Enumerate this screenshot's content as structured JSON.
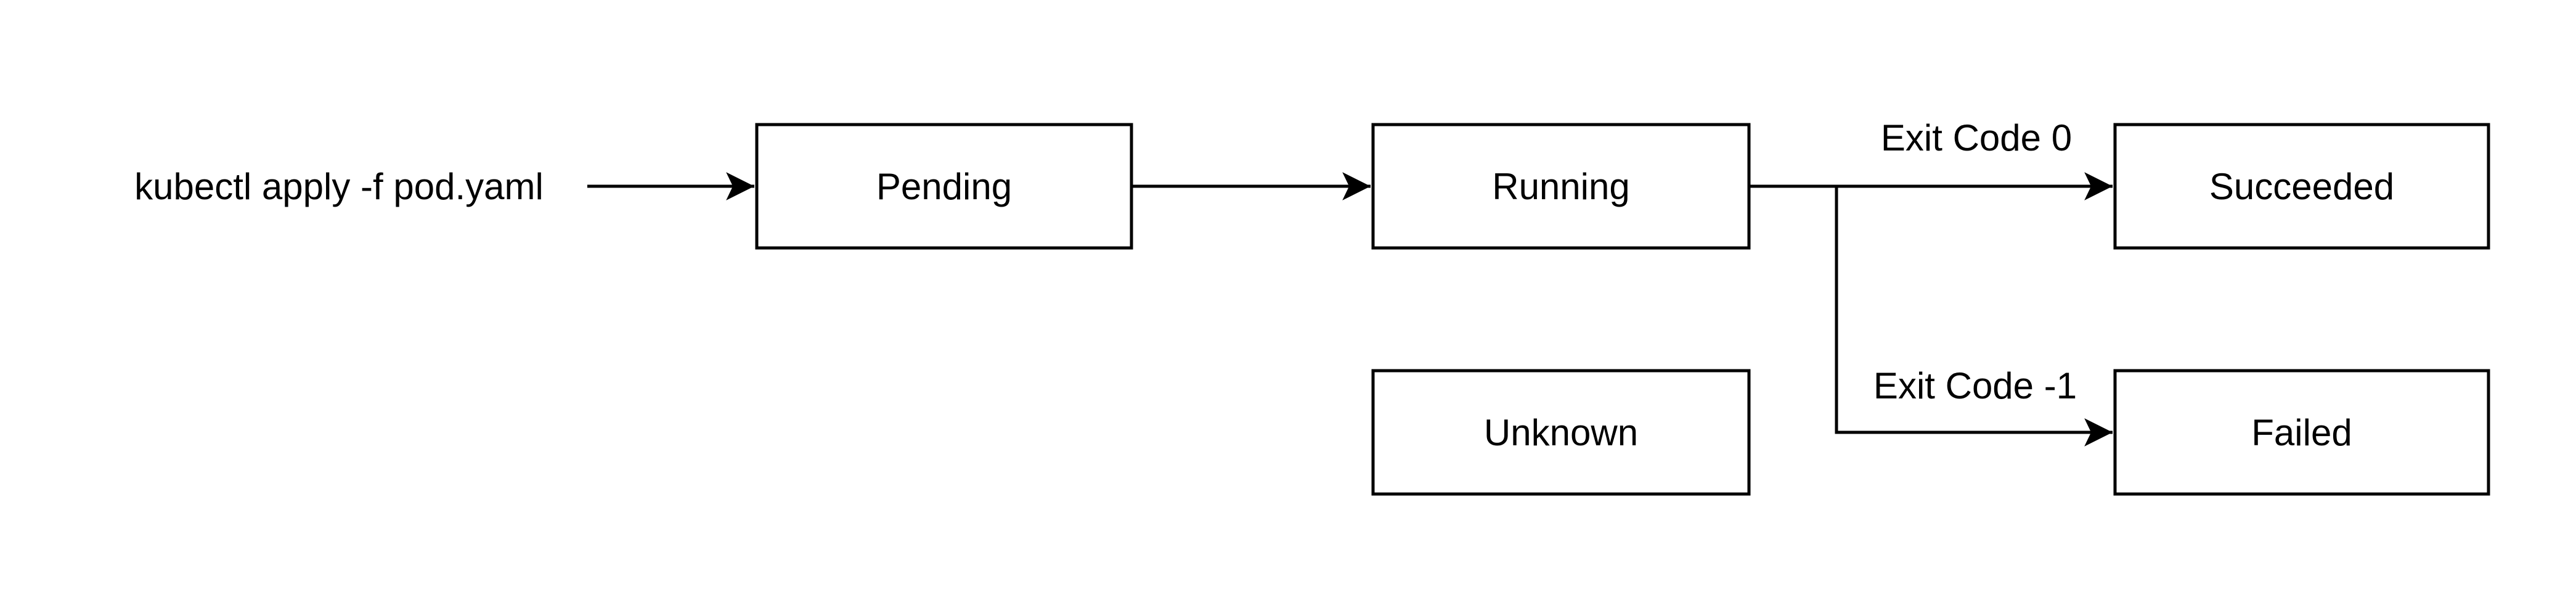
{
  "diagram": {
    "background_color": "#ffffff",
    "line_color": "#000000",
    "text_color": "#000000",
    "command_label": "kubectl apply -f pod.yaml",
    "nodes": [
      {
        "id": "pending",
        "label": "Pending"
      },
      {
        "id": "running",
        "label": "Running"
      },
      {
        "id": "unknown",
        "label": "Unknown"
      },
      {
        "id": "succeeded",
        "label": "Succeeded"
      },
      {
        "id": "failed",
        "label": "Failed"
      }
    ],
    "edges": [
      {
        "id": "command-to-pending",
        "from": "command",
        "to": "pending",
        "label": ""
      },
      {
        "id": "pending-to-running",
        "from": "pending",
        "to": "running",
        "label": ""
      },
      {
        "id": "running-to-succeeded",
        "from": "running",
        "to": "succeeded",
        "label": "Exit Code 0"
      },
      {
        "id": "running-to-failed",
        "from": "running",
        "to": "failed",
        "label": "Exit Code -1"
      }
    ]
  }
}
